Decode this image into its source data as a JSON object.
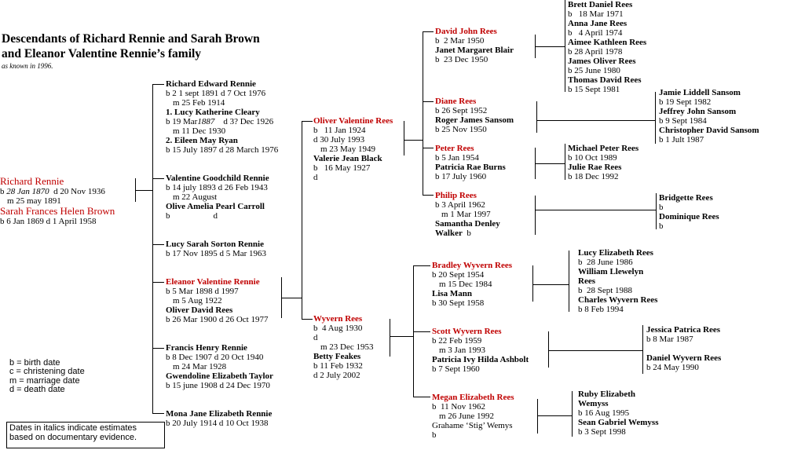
{
  "title": {
    "line1": "Descendants of Richard Rennie and Sarah Brown",
    "line2": "and Eleanor Valentine Rennie’s family",
    "sub": "as known in 1996."
  },
  "legend": {
    "b": "b = birth date",
    "c": "c = christening date",
    "m": "m = marriage date",
    "d": "d = death date",
    "note": [
      "Dates in italics indicate estimates",
      "based on documentary evidence."
    ]
  },
  "root": {
    "name": "Richard Rennie",
    "b_pre": "b ",
    "b_date": "28 Jan 1870",
    "d": "  d 20 Nov 1936",
    "m": "m 25 may 1891",
    "spouse": "Sarah Frances Helen Brown",
    "spouse_dates": "b 6 Jan 1869    d 1 April 1958"
  },
  "gen1": {
    "richard": {
      "name": "Richard Edward Rennie",
      "dates": "b  2 1 sept 1891   d 7 Oct 1976",
      "m": "m 25 Feb 1914",
      "sp1": "1.  Lucy Katherine Cleary",
      "sp1_b_pre": "b 19 Mar",
      "sp1_b_year": "1887",
      "sp1_d": "    d 3? Dec 1926",
      "sp1_m": "m 11 Dec 1930",
      "sp2": "2.  Eileen May Ryan",
      "sp2_dates": "b 15 July 1897   d 28 March 1976"
    },
    "valentine": {
      "name": "Valentine Goodchild Rennie",
      "dates": "b  14 july 1893     d 26 Feb 1943",
      "m": "m 22 August",
      "spouse": "Olive Amelia Pearl Carroll",
      "spouse_dates": "b                    d"
    },
    "lucy": {
      "name": "Lucy Sarah Sorton Rennie",
      "dates": "b 17 Nov 1895    d 5 Mar 1963"
    },
    "eleanor": {
      "name": "Eleanor Valentine Rennie",
      "dates": "b 5 Mar 1898    d 1997",
      "m": "m 5 Aug 1922",
      "spouse": "Oliver David Rees",
      "spouse_dates": "b 26 Mar 1900   d 26 Oct 1977"
    },
    "francis": {
      "name": "Francis Henry Rennie",
      "dates": "b 8 Dec 1907    d 20 Oct 1940",
      "m": "m 24 Mar 1928",
      "spouse": "Gwendoline Elizabeth Taylor",
      "spouse_dates": "b 15 june 1908   d 24 Dec 1970"
    },
    "mona": {
      "name": "Mona Jane Elizabeth Rennie",
      "dates": "b 20 July 1914    d 10 Oct 1938"
    }
  },
  "gen2": {
    "oliver": {
      "name": "Oliver Valentine Rees",
      "dates": "b   11 Jan 1924",
      "d": "d 30 July 1993",
      "m": "m 23 May 1949",
      "spouse": "Valerie Jean Black",
      "spouse_b": "b   16 May 1927",
      "spouse_d": "d"
    },
    "wyvern": {
      "name": "Wyvern Rees",
      "b": "b  4 Aug 1930",
      "d": "d",
      "m": "m 23 Dec 1953",
      "spouse": "Betty Feakes",
      "spouse_b": "b 11 Feb 1932",
      "spouse_d": "d 2 July 2002"
    }
  },
  "gen3": {
    "david": {
      "name": "David John Rees",
      "dates": "b  2 Mar 1950",
      "spouse": "Janet Margaret Blair",
      "spouse_dates": "b  23 Dec 1950"
    },
    "diane": {
      "name": "Diane Rees",
      "dates": "b 26 Sept 1952",
      "spouse": "Roger James Sansom",
      "spouse_dates": "b 25 Nov 1950"
    },
    "peter": {
      "name": "Peter Rees",
      "dates": "b 5 Jan 1954",
      "spouse": "Patricia Rae Burns",
      "spouse_dates": "b 17 July 1960"
    },
    "philip": {
      "name": "Philip Rees",
      "dates": "b 3 April 1962",
      "m": "m 1 Mar 1997",
      "spouse": "Samantha Denley",
      "spouse2": "Walker",
      "spouse_b": "b"
    },
    "bradley": {
      "name": "Bradley Wyvern Rees",
      "dates": "b 20 Sept 1954",
      "m": "m 15 Dec 1984",
      "spouse": "Lisa Mann",
      "spouse_dates": "b 30 Sept 1958"
    },
    "scott": {
      "name": "Scott Wyvern Rees",
      "dates": "b 22 Feb 1959",
      "m": "m 3 Jan 1993",
      "spouse": "Patricia Ivy Hilda Ashbolt",
      "spouse_dates": "b 7 Sept 1960"
    },
    "megan": {
      "name": "Megan Elizabeth Rees",
      "dates": "b  11 Nov 1962",
      "m": "m 26 June 1992",
      "spouse": "Grahame ‘Stig’ Wemys",
      "spouse_b": "b"
    }
  },
  "gen4": {
    "david_kids": [
      {
        "name": "Brett Daniel Rees",
        "dates": "b   18 Mar 1971"
      },
      {
        "name": "Anna Jane Rees",
        "dates": "b   4 April 1974"
      },
      {
        "name": "Aimee Kathleen Rees",
        "dates": "b 28 April 1978"
      },
      {
        "name": "James Oliver Rees",
        "dates": "b 25 June 1980"
      },
      {
        "name": "Thomas David Rees",
        "dates": "b 15 Sept 1981"
      }
    ],
    "diane_kids": [
      {
        "name": "Jamie Liddell Sansom",
        "dates": "b 19 Sept 1982"
      },
      {
        "name": "Jeffrey John Sansom",
        "dates": "b 9 Sept 1984"
      },
      {
        "name": "Christopher David Sansom",
        "dates": "b 1 Jult 1987"
      }
    ],
    "peter_kids": [
      {
        "name": "Michael Peter Rees",
        "dates": "b 10 Oct 1989"
      },
      {
        "name": "Julie Rae Rees",
        "dates": "b 18 Dec 1992"
      }
    ],
    "philip_kids": [
      {
        "name": "Bridgette Rees",
        "dates": "b"
      },
      {
        "name": "Dominique Rees",
        "dates": "b"
      }
    ],
    "bradley_kids": [
      {
        "name": "Lucy Elizabeth Rees",
        "dates": "b  28 June 1986"
      },
      {
        "name": "William Llewelyn",
        "name2": "Rees",
        "dates": "b  28 Sept 1988"
      },
      {
        "name": "Charles Wyvern Rees",
        "dates": "b 8 Feb 1994"
      }
    ],
    "scott_kids": [
      {
        "name": "Jessica Patrica Rees",
        "dates": "b 8 Mar 1987"
      },
      {
        "name": "Daniel Wyvern Rees",
        "dates": "b 24 May 1990"
      }
    ],
    "megan_kids": [
      {
        "name": "Ruby Elizabeth",
        "name2": "Wemyss",
        "dates": "b 16 Aug 1995"
      },
      {
        "name": "Sean Gabriel Wemyss",
        "dates": "b 3 Sept 1998"
      }
    ]
  }
}
